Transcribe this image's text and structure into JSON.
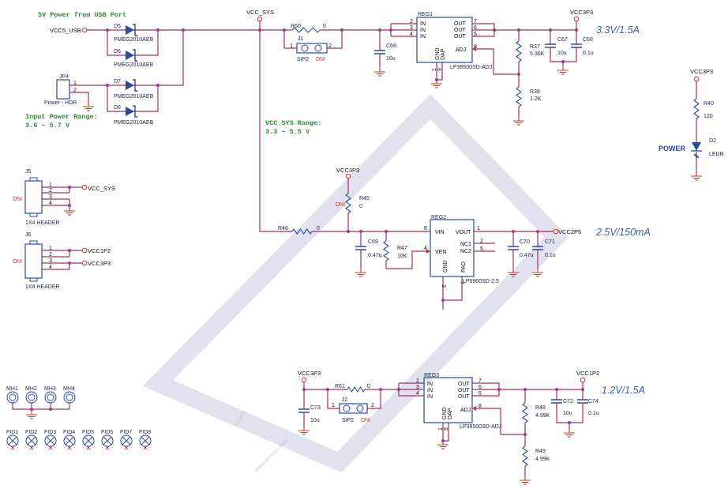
{
  "titles": {
    "usb": "5V Power from USB Port",
    "input_range": "Input Power Range:",
    "input_range_val": "3.6 ~ 5.7 V",
    "sys_range": "VCC_SYS Range:",
    "sys_range_val": "3.3 ~ 5.5 V"
  },
  "nets": {
    "vcc5_usb": "VCC5_USB",
    "vcc_sys": "VCC_SYS",
    "vcc3p3": "VCC3P3",
    "vcc2p5": "VCC2P5",
    "vcc1p2": "VCC1P2"
  },
  "rails": {
    "r33": "3.3V/1.5A",
    "r25": "2.5V/150mA",
    "r12": "1.2V/1.5A"
  },
  "diodes": [
    {
      "ref": "D5",
      "part": "PMEG2010AEB"
    },
    {
      "ref": "D6",
      "part": "PMEG2010AEB"
    },
    {
      "ref": "D7",
      "part": "PMEG2010AEB"
    },
    {
      "ref": "D8",
      "part": "PMEG2010AEB"
    }
  ],
  "jp4": {
    "ref": "JP4",
    "name": "Power - HDR",
    "pin1": "1",
    "pin2": "2"
  },
  "j1": {
    "ref": "J1",
    "type": "SIP2",
    "dni": "DNI",
    "pin1": "1",
    "pin2": "2"
  },
  "j2": {
    "ref": "J2",
    "type": "SIP2",
    "dni": "DNI",
    "pin1": "1",
    "pin2": "2"
  },
  "resistors": {
    "r60": {
      "ref": "R60",
      "val": "0"
    },
    "r37": {
      "ref": "R37",
      "val": "5.36K"
    },
    "r38": {
      "ref": "R38",
      "val": "1.2K"
    },
    "r40": {
      "ref": "R40",
      "val": "120"
    },
    "r45": {
      "ref": "R45",
      "val": "0",
      "dni": "DNI"
    },
    "r46": {
      "ref": "R46",
      "val": "0"
    },
    "r47": {
      "ref": "R47",
      "val": "10K"
    },
    "r61": {
      "ref": "R61",
      "val": "0"
    },
    "r48": {
      "ref": "R48",
      "val": "4.99K"
    },
    "r49": {
      "ref": "R49",
      "val": "4.99K"
    }
  },
  "capacitors": {
    "c66": {
      "ref": "C66",
      "val": "10u"
    },
    "c67": {
      "ref": "C67",
      "val": "10u"
    },
    "c68": {
      "ref": "C68",
      "val": "0.1u"
    },
    "c69": {
      "ref": "C69",
      "val": "0.47u"
    },
    "c70": {
      "ref": "C70",
      "val": "0.47u"
    },
    "c71": {
      "ref": "C71",
      "val": "0.1u"
    },
    "c73": {
      "ref": "C73",
      "val": "10u"
    },
    "c72": {
      "ref": "C72",
      "val": "10u"
    },
    "c74": {
      "ref": "C74",
      "val": "0.1u"
    }
  },
  "reg1": {
    "ref": "REG1",
    "part": "LP38500SD-ADJ",
    "in": "IN",
    "out": "OUT",
    "adj": "ADJ",
    "gnd": "GND",
    "dap": "DAP",
    "pins": {
      "p2": "2",
      "p3": "3",
      "p4": "4",
      "p7": "7",
      "p6": "6",
      "p5": "5",
      "p8": "8",
      "p1": "1",
      "p9": "9"
    }
  },
  "reg2": {
    "ref": "REG2",
    "part": "LP5900SD-2.5",
    "vin": "VIN",
    "ven": "VEN",
    "vout": "VOUT",
    "nc1": "NC1",
    "nc2": "NC2",
    "gnd": "GND",
    "pad": "PAD",
    "pins": {
      "p6": "6",
      "p4": "4",
      "p1": "1",
      "p2": "2",
      "p5": "5",
      "p3": "3",
      "p7": "7"
    }
  },
  "reg3": {
    "ref": "REG3",
    "part": "LP38500SD-ADJ",
    "in": "IN",
    "out": "OUT",
    "adj": "ADJ",
    "gnd": "GND",
    "dap": "DAP",
    "pins": {
      "p2": "2",
      "p3": "3",
      "p4": "4",
      "p7": "7",
      "p6": "6",
      "p5": "5",
      "p8": "8",
      "p1": "1",
      "p9": "9"
    }
  },
  "led": {
    "ref": "D2",
    "part": "LEDB",
    "label": "POWER"
  },
  "j5": {
    "ref": "J5",
    "type": "1X4 HEADER",
    "dni": "DNI",
    "pins": [
      "1",
      "2",
      "3",
      "4"
    ]
  },
  "j6": {
    "ref": "J6",
    "type": "1X4 HEADER",
    "dni": "DNI",
    "pins": [
      "1",
      "2",
      "3",
      "4"
    ]
  },
  "mounting_holes": [
    "MH1",
    "MH2",
    "MH3",
    "MH4"
  ],
  "fiducials": [
    "FID1",
    "FID2",
    "FID3",
    "FID4",
    "FID5",
    "FID6",
    "FID7",
    "FID8"
  ],
  "watermark": {
    "logo": "terasic",
    "url": "www.terasic.com"
  },
  "colors": {
    "wire": "#a3305f",
    "body": "#2c4a9a",
    "ground": "#c0392b",
    "watermark": "#b9bdd6"
  }
}
